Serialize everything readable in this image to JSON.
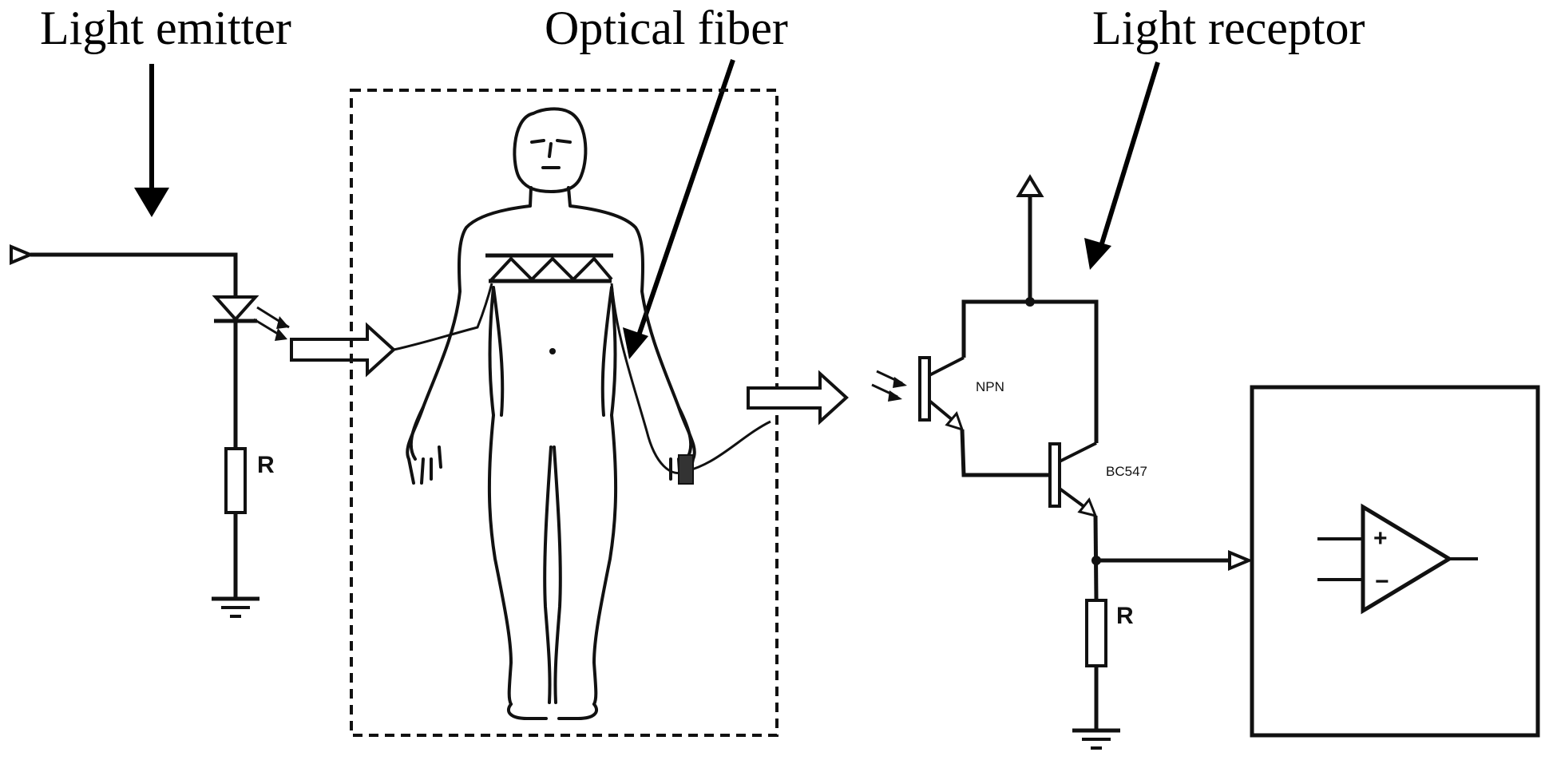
{
  "labels": {
    "light_emitter": "Light emitter",
    "optical_fiber": "Optical fiber",
    "light_receptor": "Light receptor"
  },
  "components": {
    "emitter_resistor": "R",
    "phototransistor": "NPN",
    "transistor": "BC547",
    "receptor_resistor": "R",
    "opamp_plus": "+",
    "opamp_minus": "−"
  }
}
